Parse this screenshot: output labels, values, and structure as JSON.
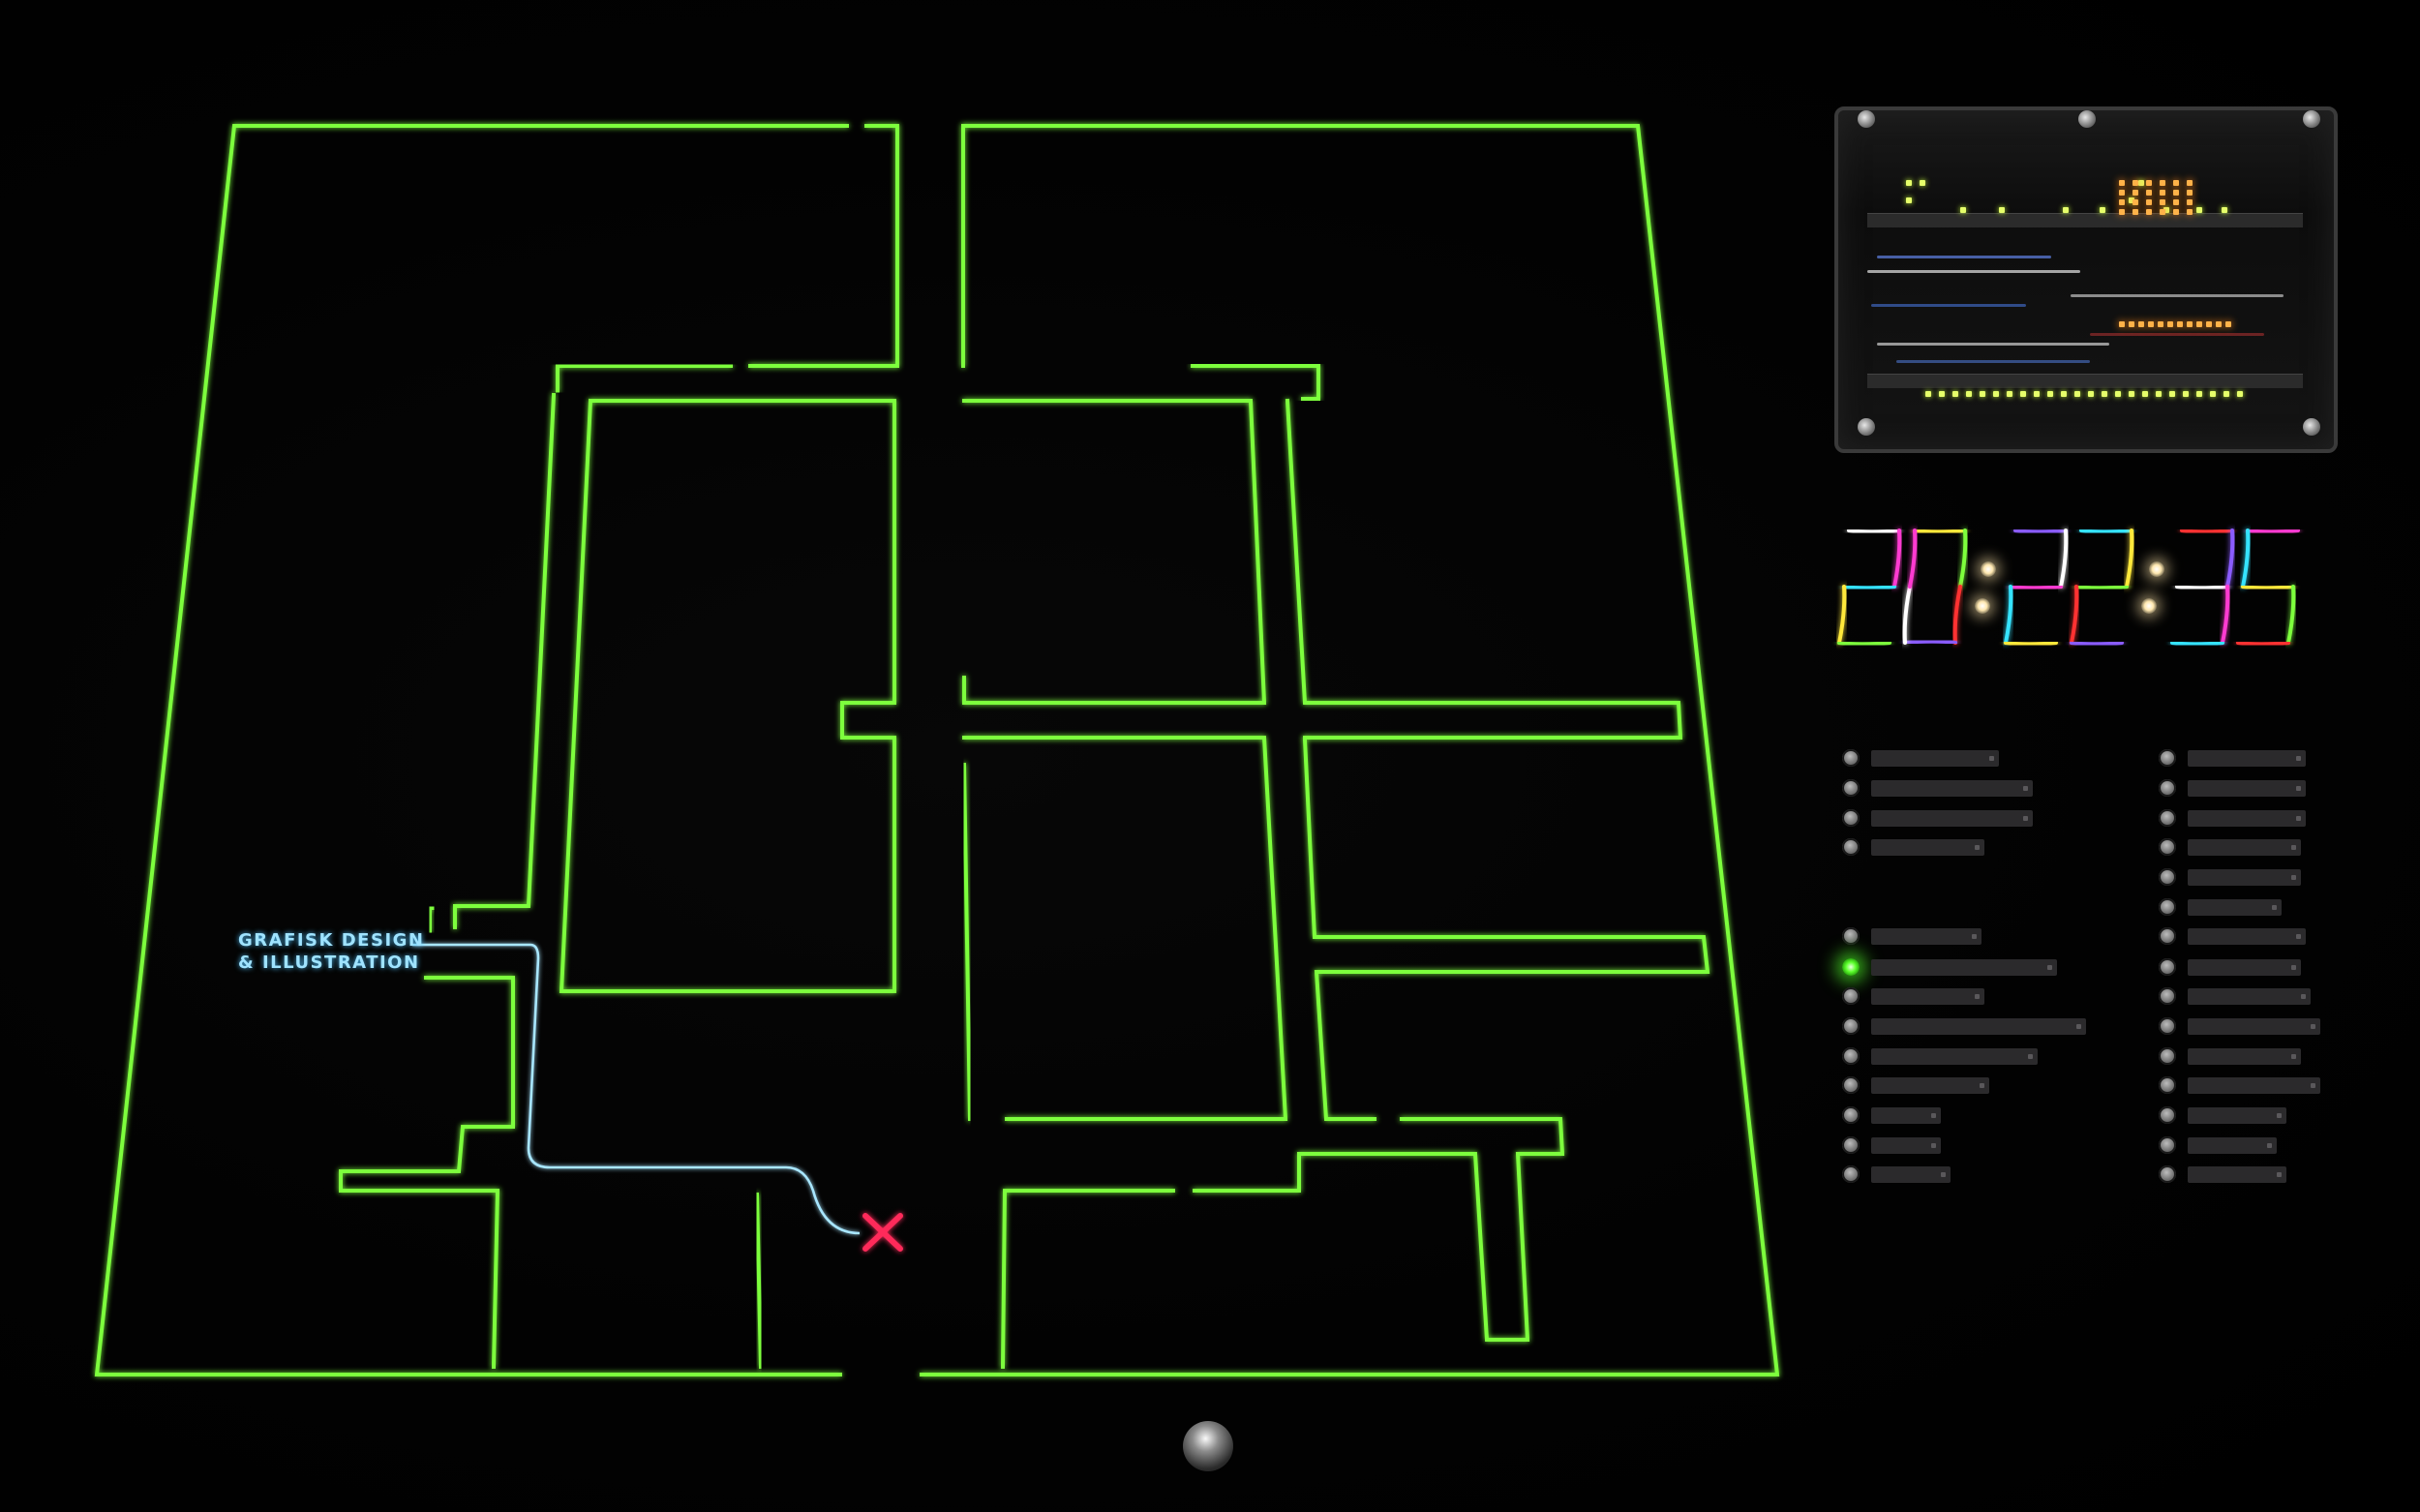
{
  "colors": {
    "wall": "#7dff3c",
    "route": "#a8e6ff",
    "target": "#ff2a5a",
    "active_led": "#5cff2c"
  },
  "map": {
    "destination_label_line1": "GRAFISK DESIGN",
    "destination_label_line2": "& ILLUSTRATION",
    "you_are_here_icon": "x-mark-icon"
  },
  "clock": {
    "hours_minutes_seconds": [
      2,
      0,
      2,
      2,
      3,
      5
    ],
    "segment_colors": [
      "#ffffff",
      "#ff3bd1",
      "#36e3ff",
      "#ffe83a",
      "#7dff3c",
      "#ff3030",
      "#8a5bff"
    ]
  },
  "legend": {
    "left_column": [
      {
        "active": false
      },
      {
        "active": false
      },
      {
        "active": false
      },
      {
        "active": false
      },
      {
        "active": false
      },
      {
        "active": true
      },
      {
        "active": false
      },
      {
        "active": false
      },
      {
        "active": false
      },
      {
        "active": false
      },
      {
        "active": false
      },
      {
        "active": false
      },
      {
        "active": false
      }
    ],
    "right_column": [
      {
        "active": false
      },
      {
        "active": false
      },
      {
        "active": false
      },
      {
        "active": false
      },
      {
        "active": false
      },
      {
        "active": false
      },
      {
        "active": false
      },
      {
        "active": false
      },
      {
        "active": false
      },
      {
        "active": false
      },
      {
        "active": false
      },
      {
        "active": false
      },
      {
        "active": false
      },
      {
        "active": false
      },
      {
        "active": false
      }
    ]
  },
  "controller": {
    "icon": "circuit-box-icon"
  },
  "knob": {
    "icon": "knob-icon"
  }
}
